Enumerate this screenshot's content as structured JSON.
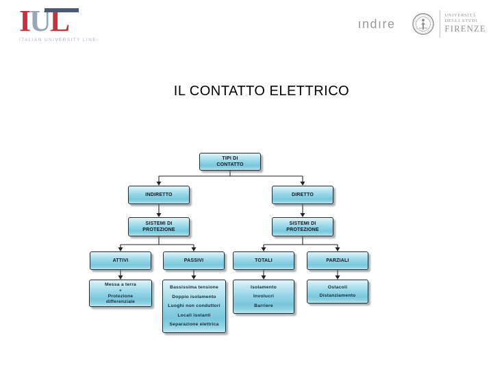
{
  "header": {
    "iul": {
      "letter_i": "I",
      "letter_u": "U",
      "letter_l": "L",
      "subtitle": "ITALIAN UNIVERSITY LINE"
    },
    "indire_label": "ındıre",
    "unifi": {
      "line1": "UNIVERSITÀ",
      "line2": "DEGLI STUDI",
      "line3": "FIRENZE"
    }
  },
  "title": "IL CONTATTO ELETTRICO",
  "diagram": {
    "root": {
      "label": "TIPI DI CONTATTO"
    },
    "indiretto": {
      "label": "INDIRETTO"
    },
    "diretto": {
      "label": "DIRETTO"
    },
    "sistemi_left": {
      "label": "SISTEMI DI PROTEZIONE"
    },
    "sistemi_right": {
      "label": "SISTEMI DI PROTEZIONE"
    },
    "attivi": {
      "label": "ATTIVI"
    },
    "passivi": {
      "label": "PASSIVI"
    },
    "totali": {
      "label": "TOTALI"
    },
    "parziali": {
      "label": "PARZIALI"
    },
    "leaves": {
      "attivi": {
        "lines": [
          "Messa a terra",
          "+",
          "Protezione",
          "differenziale"
        ]
      },
      "passivi": {
        "lines": [
          "Bassissima tensione",
          "Doppio isolamento",
          "Luoghi non conduttori",
          "Locali isolanti",
          "Separazione elettrica"
        ]
      },
      "totali": {
        "lines": [
          "Isolamento",
          "Involucri",
          "Barriere"
        ]
      },
      "parziali": {
        "lines": [
          "Ostacoli",
          "Distanziamento"
        ]
      }
    }
  },
  "colors": {
    "box_fill_top": "#e3f5fa",
    "box_fill_bottom": "#79c7dc",
    "box_border": "#26292b",
    "accent_red": "#c5343c",
    "iul_slate": "#4d5a74",
    "logo_gray": "#9a9a9a"
  }
}
